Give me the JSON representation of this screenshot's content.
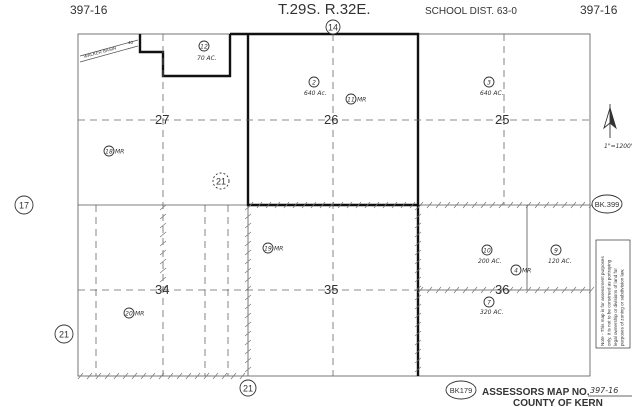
{
  "header": {
    "left_book": "397-16",
    "township": "T.29S. R.32E.",
    "school_district": "SCHOOL DIST. 63-0",
    "right_book": "397-16"
  },
  "road_labels": {
    "top": "14",
    "left": "17",
    "bottom_left": "21",
    "bottom": "21",
    "right": "BK.399",
    "bottom_book": "BK179"
  },
  "road_name": "WALKER BASIN",
  "road_name_num": "40",
  "sections": [
    "27",
    "26",
    "25",
    "34",
    "35",
    "36"
  ],
  "parcels": [
    {
      "num": "12",
      "area": "70 AC."
    },
    {
      "num": "2",
      "area": "640 Ac."
    },
    {
      "num": "3",
      "area": "640 AC."
    },
    {
      "num": "10",
      "area": "200 AC."
    },
    {
      "num": "9",
      "area": "120 AC."
    },
    {
      "num": "7",
      "area": "320 AC."
    }
  ],
  "map_refs": [
    {
      "num": "11",
      "suffix": "MR"
    },
    {
      "num": "18",
      "suffix": "MR"
    },
    {
      "num": "19",
      "suffix": "MR"
    },
    {
      "num": "20",
      "suffix": "MR"
    },
    {
      "num": "4",
      "suffix": "MR"
    }
  ],
  "sub_ref": "21",
  "scale": "1\"=1200'",
  "note_lines": [
    "Note - This map is for assessment purposes",
    "only. It is not to be construed as portraying",
    "legal ownership or divisions of land for",
    "purposes of zoning or subdivision law."
  ],
  "footer": {
    "title": "ASSESSORS MAP NO.",
    "number": "397-16",
    "county": "COUNTY OF KERN"
  }
}
